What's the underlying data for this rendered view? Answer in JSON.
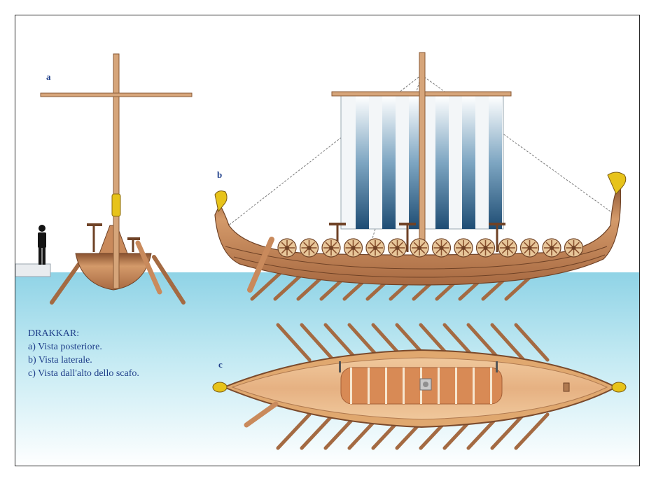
{
  "labels": {
    "a": "a",
    "b": "b",
    "c": "c"
  },
  "legend": {
    "title": "DRAKKAR:",
    "items": [
      "a) Vista posteriore.",
      "b) Vista laterale.",
      "c) Vista dall'alto dello scafo."
    ]
  },
  "colors": {
    "sea": "#b9e4f0",
    "hull": "#c98a5c",
    "hull_dark": "#7a4a2c",
    "mast": "#d6a57a",
    "sail_stripe": "#2f5f86",
    "shield": "#e8c79a",
    "gold": "#e7c31a",
    "text": "#1f3f8a"
  },
  "counts": {
    "shields": 14,
    "stripes": 6,
    "oars_side": 12,
    "top_oars": 11
  }
}
